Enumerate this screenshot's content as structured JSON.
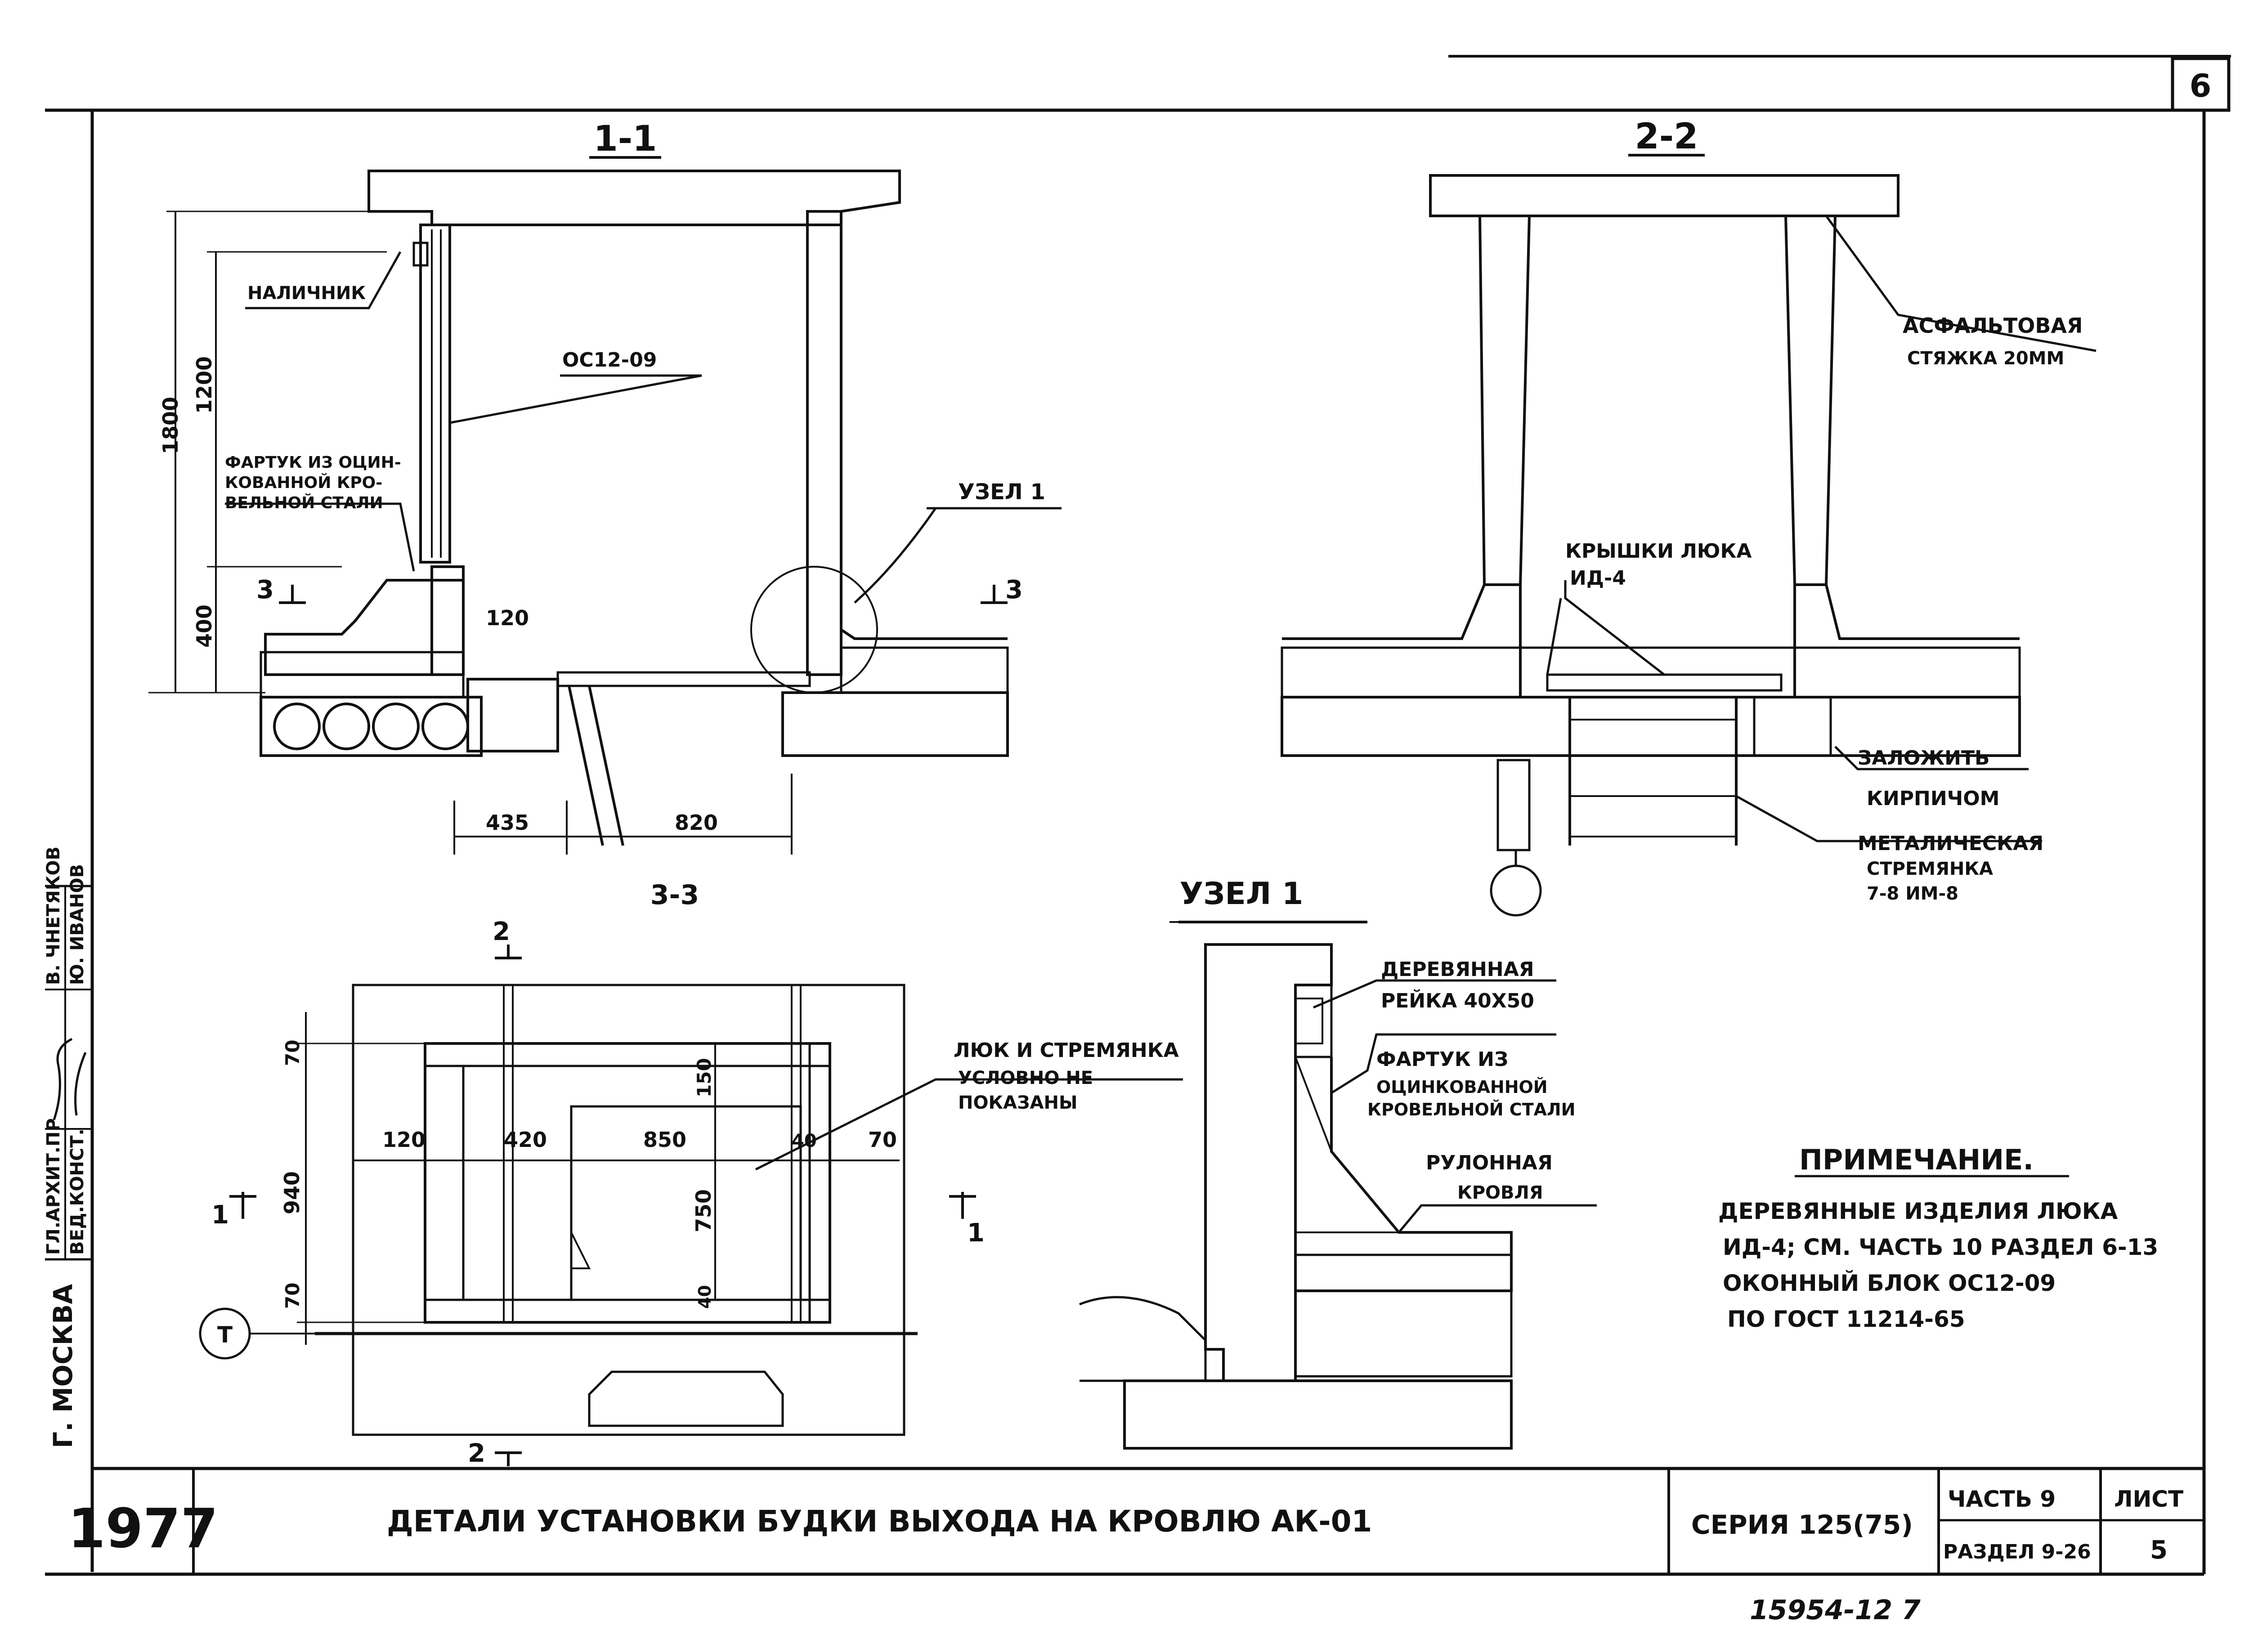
{
  "sheet_number": "6",
  "sections": {
    "s11": {
      "title": "1-1"
    },
    "s22": {
      "title": "2-2"
    },
    "s33": {
      "title": "3-3"
    },
    "node1": {
      "title": "УЗЕЛ 1"
    }
  },
  "labels": {
    "nalichnik": "НАЛИЧНИК",
    "window": "ОС12-09",
    "fartuk_1": "ФАРТУК ИЗ ОЦИН-",
    "fartuk_2": "КОВАННОЙ КРО-",
    "fartuk_3": "ВЕЛЬНОЙ СТАЛИ",
    "uzel_ref": "УЗЕЛ 1",
    "asphalt_1": "АСФАЛЬТОВАЯ",
    "asphalt_2": "СТЯЖКА 20ММ",
    "hatch_covers_1": "КРЫШКИ ЛЮКА",
    "hatch_covers_2": "ИД-4",
    "brick_1": "ЗАЛОЖИТЬ",
    "brick_2": "КИРПИЧОМ",
    "ladder_1": "МЕТАЛИЧЕСКАЯ",
    "ladder_2": "СТРЕМЯНКА",
    "ladder_3": "7-8 ИМ-8",
    "hatch_note_1": "ЛЮК И СТРЕМЯНКА",
    "hatch_note_2": "УСЛОВНО НЕ",
    "hatch_note_3": "ПОКАЗАНЫ",
    "wood_1": "ДЕРЕВЯННАЯ",
    "wood_2": "РЕЙКА 40Х50",
    "node_fartuk_1": "ФАРТУК ИЗ",
    "node_fartuk_2": "ОЦИНКОВАННОЙ",
    "node_fartuk_3": "КРОВЕЛЬНОЙ СТАЛИ",
    "roll_1": "РУЛОННАЯ",
    "roll_2": "КРОВЛЯ",
    "axis_t": "Т",
    "axis_1": "1",
    "cut_3": "3",
    "cut_2": "2",
    "cut_1": "1"
  },
  "dimensions": {
    "d1800": "1800",
    "d1200": "1200",
    "d400": "400",
    "d120a": "120",
    "d435": "435",
    "d820": "820",
    "d70a": "70",
    "d120b": "120",
    "d420": "420",
    "d850": "850",
    "d40a": "40",
    "d70b": "70",
    "d150": "150",
    "d940": "940",
    "d750": "750",
    "d70c": "70",
    "d40b": "40"
  },
  "note": {
    "title": "ПРИМЕЧАНИЕ.",
    "lines": [
      "ДЕРЕВЯННЫЕ ИЗДЕЛИЯ ЛЮКА",
      "ИД-4; СМ. ЧАСТЬ 10 РАЗДЕЛ 6-13",
      "ОКОННЫЙ БЛОК ОС12-09",
      "ПО ГОСТ 11214-65"
    ]
  },
  "stamp": {
    "city": "Г. МОСКВА",
    "role1": "ГЛ.АРХИТ.ПР",
    "role2": "ВЕД.КОНСТ.",
    "name1": "В. ЧНЕТЯКОВ",
    "name2": "Ю. ИВАНОВ"
  },
  "title_block": {
    "year": "1977",
    "title": "ДЕТАЛИ УСТАНОВКИ БУДКИ ВЫХОДА НА КРОВЛЮ АК-01",
    "series": "СЕРИЯ 125(75)",
    "part": "ЧАСТЬ 9",
    "section": "РАЗДЕЛ 9-26",
    "sheet_label": "ЛИСТ",
    "sheet_value": "5",
    "inventory": "15954-12 7"
  }
}
